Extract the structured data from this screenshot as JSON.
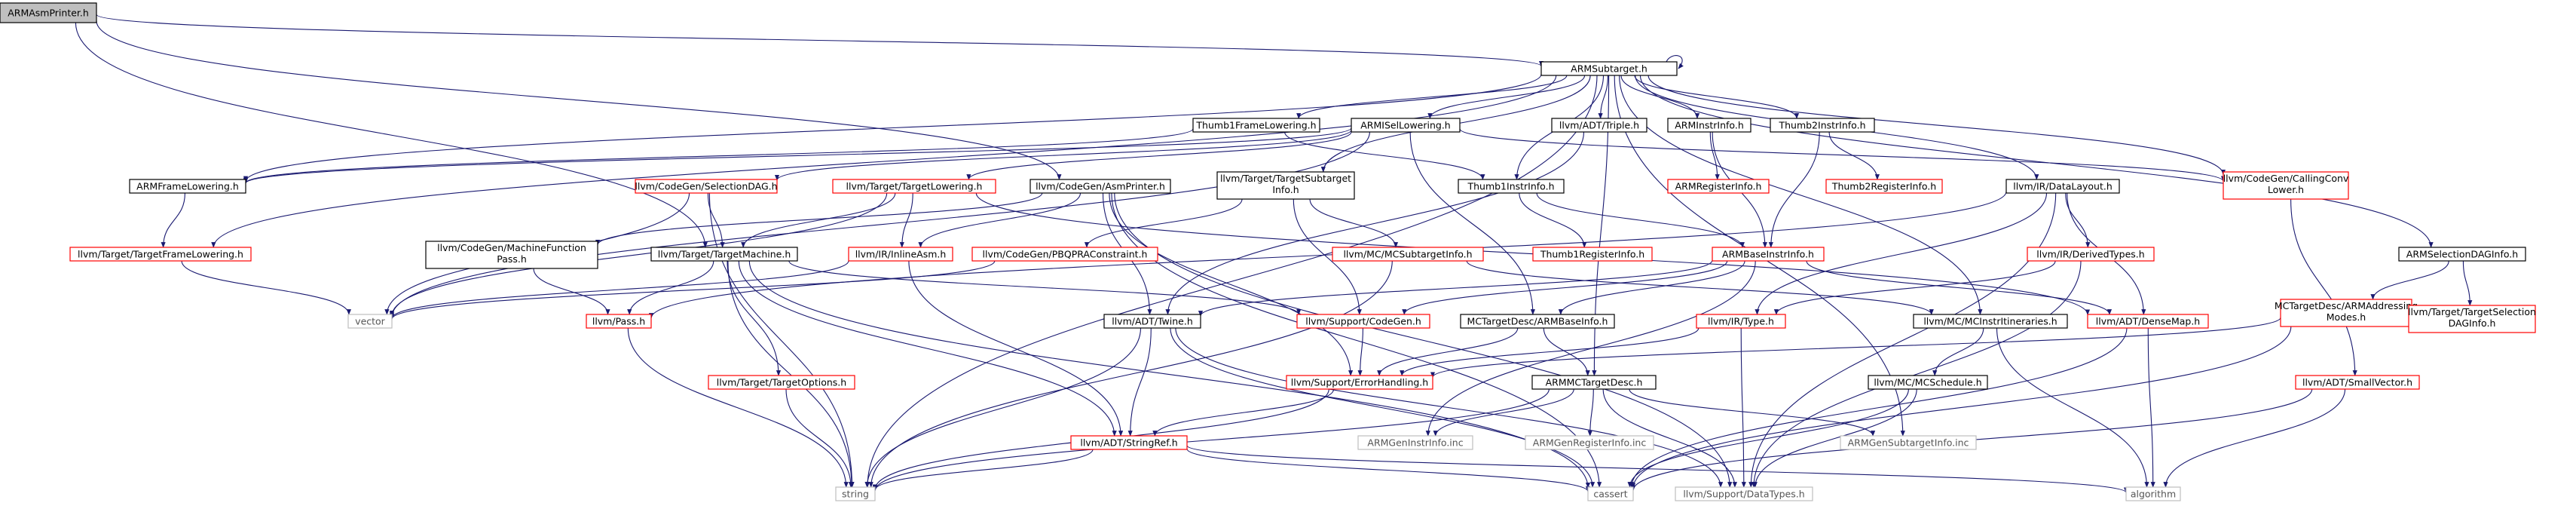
{
  "colors": {
    "edge": "#191970",
    "text_black": "#000000",
    "text_red": "#ff0000",
    "text_gray": "#555555",
    "border_black": "#000000",
    "border_red": "#ff0000",
    "border_gray": "#bfbfbf",
    "fill_root": "#bfbfbf",
    "fill_default": "#ffffff"
  },
  "nodes": [
    {
      "id": "root",
      "label": "ARMAsmPrinter.h",
      "kind": "root"
    },
    {
      "id": "sub",
      "label": "ARMSubtarget.h",
      "kind": "black"
    },
    {
      "id": "t1fl",
      "label": "Thumb1FrameLowering.h",
      "kind": "black"
    },
    {
      "id": "isel",
      "label": "ARMISelLowering.h",
      "kind": "black"
    },
    {
      "id": "triple",
      "label": "llvm/ADT/Triple.h",
      "kind": "black"
    },
    {
      "id": "instrinfo",
      "label": "ARMInstrInfo.h",
      "kind": "black"
    },
    {
      "id": "t2ii",
      "label": "Thumb2InstrInfo.h",
      "kind": "black"
    },
    {
      "id": "ccl",
      "label": "llvm/CodeGen/CallingConv Lower.h",
      "kind": "red"
    },
    {
      "id": "asmprinter",
      "label": "llvm/CodeGen/AsmPrinter.h",
      "kind": "black"
    },
    {
      "id": "armfl",
      "label": "ARMFrameLowering.h",
      "kind": "black"
    },
    {
      "id": "seldag",
      "label": "llvm/CodeGen/SelectionDAG.h",
      "kind": "red"
    },
    {
      "id": "tlower",
      "label": "llvm/Target/TargetLowering.h",
      "kind": "red"
    },
    {
      "id": "tsubinfo",
      "label": "llvm/Target/TargetSubtarget Info.h",
      "kind": "black"
    },
    {
      "id": "t1ii",
      "label": "Thumb1InstrInfo.h",
      "kind": "black"
    },
    {
      "id": "armreginfo",
      "label": "ARMRegisterInfo.h",
      "kind": "red"
    },
    {
      "id": "t2reginfo",
      "label": "Thumb2RegisterInfo.h",
      "kind": "red"
    },
    {
      "id": "datalayout",
      "label": "llvm/IR/DataLayout.h",
      "kind": "black"
    },
    {
      "id": "armseldag",
      "label": "ARMSelectionDAGInfo.h",
      "kind": "black"
    },
    {
      "id": "tfl",
      "label": "llvm/Target/TargetFrameLowering.h",
      "kind": "red"
    },
    {
      "id": "mfpass",
      "label": "llvm/CodeGen/MachineFunction Pass.h",
      "kind": "black"
    },
    {
      "id": "tmachine",
      "label": "llvm/Target/TargetMachine.h",
      "kind": "black"
    },
    {
      "id": "inlineasm",
      "label": "llvm/IR/InlineAsm.h",
      "kind": "red"
    },
    {
      "id": "pbqp",
      "label": "llvm/CodeGen/PBQPRAConstraint.h",
      "kind": "red"
    },
    {
      "id": "mcsub",
      "label": "llvm/MC/MCSubtargetInfo.h",
      "kind": "red"
    },
    {
      "id": "t1reginfo",
      "label": "Thumb1RegisterInfo.h",
      "kind": "red"
    },
    {
      "id": "armbii",
      "label": "ARMBaseInstrInfo.h",
      "kind": "red"
    },
    {
      "id": "derived",
      "label": "llvm/IR/DerivedTypes.h",
      "kind": "red"
    },
    {
      "id": "mcaddr",
      "label": "MCTargetDesc/ARMAddressing Modes.h",
      "kind": "red"
    },
    {
      "id": "tseldag",
      "label": "llvm/Target/TargetSelection DAGInfo.h",
      "kind": "red"
    },
    {
      "id": "vector",
      "label": "vector",
      "kind": "gray"
    },
    {
      "id": "pass",
      "label": "llvm/Pass.h",
      "kind": "red"
    },
    {
      "id": "twine",
      "label": "llvm/ADT/Twine.h",
      "kind": "black"
    },
    {
      "id": "codegen",
      "label": "llvm/Support/CodeGen.h",
      "kind": "red"
    },
    {
      "id": "armbaseinfo",
      "label": "MCTargetDesc/ARMBaseInfo.h",
      "kind": "black"
    },
    {
      "id": "irtype",
      "label": "llvm/IR/Type.h",
      "kind": "red"
    },
    {
      "id": "mcitin",
      "label": "llvm/MC/MCInstrItineraries.h",
      "kind": "black"
    },
    {
      "id": "densemap",
      "label": "llvm/ADT/DenseMap.h",
      "kind": "red"
    },
    {
      "id": "toptions",
      "label": "llvm/Target/TargetOptions.h",
      "kind": "red"
    },
    {
      "id": "errh",
      "label": "llvm/Support/ErrorHandling.h",
      "kind": "red"
    },
    {
      "id": "armmctd",
      "label": "ARMMCTargetDesc.h",
      "kind": "black"
    },
    {
      "id": "mcsched",
      "label": "llvm/MC/MCSchedule.h",
      "kind": "black"
    },
    {
      "id": "smallvec",
      "label": "llvm/ADT/SmallVector.h",
      "kind": "red"
    },
    {
      "id": "stringref",
      "label": "llvm/ADT/StringRef.h",
      "kind": "red"
    },
    {
      "id": "geninstr",
      "label": "ARMGenInstrInfo.inc",
      "kind": "gray"
    },
    {
      "id": "genreg",
      "label": "ARMGenRegisterInfo.inc",
      "kind": "gray"
    },
    {
      "id": "datatypes",
      "label": "llvm/Support/DataTypes.h",
      "kind": "gray"
    },
    {
      "id": "gensub",
      "label": "ARMGenSubtargetInfo.inc",
      "kind": "gray"
    },
    {
      "id": "string",
      "label": "string",
      "kind": "gray"
    },
    {
      "id": "cassert",
      "label": "cassert",
      "kind": "gray"
    },
    {
      "id": "algorithm",
      "label": "algorithm",
      "kind": "gray"
    }
  ]
}
